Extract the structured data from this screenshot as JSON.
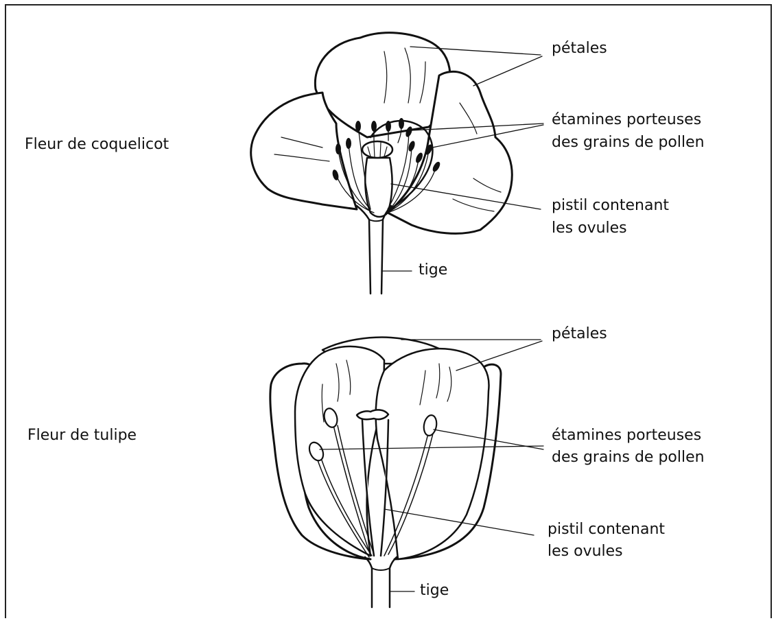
{
  "poppy": {
    "title": "Fleur de coquelicot",
    "labels": {
      "petals": "pétales",
      "stamens_1": "étamines porteuses",
      "stamens_2": "des grains de pollen",
      "pistil_1": "pistil contenant",
      "pistil_2": "les ovules",
      "stem": "tige"
    }
  },
  "tulip": {
    "title": "Fleur de tulipe",
    "labels": {
      "petals": "pétales",
      "stamens_1": "étamines porteuses",
      "stamens_2": "des grains de pollen",
      "pistil_1": "pistil contenant",
      "pistil_2": "les ovules",
      "stem": "tige"
    }
  }
}
